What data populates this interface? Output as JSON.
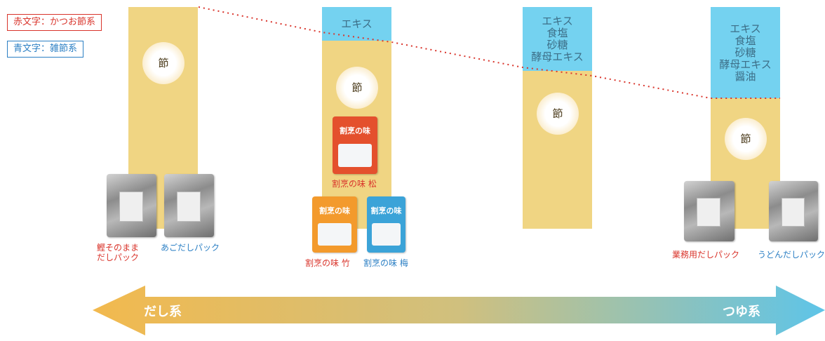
{
  "legend": {
    "red_label": "赤文字：かつお節系",
    "blue_label": "青文字：雑節系"
  },
  "columns": [
    {
      "extract_lines": [],
      "setsu": "節"
    },
    {
      "extract_lines": [
        "エキス"
      ],
      "setsu": "節"
    },
    {
      "extract_lines": [
        "エキス",
        "食塩",
        "砂糖",
        "酵母エキス"
      ],
      "setsu": "節"
    },
    {
      "extract_lines": [
        "エキス",
        "食塩",
        "砂糖",
        "酵母エキス",
        "醤油"
      ],
      "setsu": "節"
    }
  ],
  "products": {
    "katsuo_pack": {
      "line1": "鰹そのまま",
      "line2": "だしパック"
    },
    "ago_pack": "あごだしパック",
    "kappo_matsu": "割烹の味 松",
    "kappo_take": "割烹の味 竹",
    "kappo_ume": "割烹の味 梅",
    "gyomu_pack": "業務用だしパック",
    "udon_pack": "うどんだしパック"
  },
  "package_logo": "割烹の味",
  "arrow": {
    "left_label": "だし系",
    "right_label": "つゆ系"
  },
  "colors": {
    "column_fill": "#f0d583",
    "extract_fill": "#74d2f0",
    "katsuo_red": "#d9342b",
    "zatsu_blue": "#2b7fc4",
    "arrow_left": "#f2b94e",
    "arrow_right": "#5ec4e8"
  }
}
